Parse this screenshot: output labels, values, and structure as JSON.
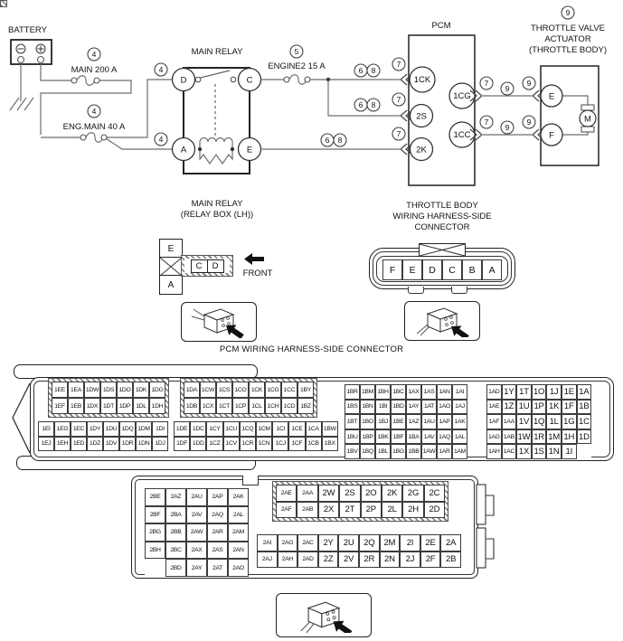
{
  "schematic": {
    "battery": {
      "label": "BATTERY"
    },
    "fuses": [
      {
        "callout": "4",
        "label": "MAIN 200 A"
      },
      {
        "callout": "4",
        "label": "ENG.MAIN 40 A"
      },
      {
        "callout": "5",
        "label": "ENGINE2 15 A"
      }
    ],
    "relay": {
      "title": "MAIN RELAY",
      "t_d": "D",
      "t_c": "C",
      "t_a": "A",
      "t_e": "E"
    },
    "pcm": {
      "title": "PCM",
      "t_1ck": "1CK",
      "t_2s": "2S",
      "t_2k": "2K",
      "t_1cg": "1CG",
      "t_1cc": "1CC"
    },
    "actuator": {
      "title1": "THROTTLE VALVE",
      "title2": "ACTUATOR",
      "title3": "(THROTTLE BODY)",
      "t_e": "E",
      "t_f": "F",
      "t_m": "M"
    },
    "callouts": {
      "c4": "4",
      "c5": "5",
      "c6": "6",
      "c7": "7",
      "c8": "8",
      "c9": "9"
    }
  },
  "relay_connector": {
    "title1": "MAIN RELAY",
    "title2": "(RELAY BOX (LH))",
    "cell_e": "E",
    "cell_a": "A",
    "cell_c": "C",
    "cell_d": "D",
    "front": "FRONT"
  },
  "tb_connector": {
    "title1": "THROTTLE BODY",
    "title2": "WIRING HARNESS-SIDE",
    "title3": "CONNECTOR",
    "pins": [
      [
        "F",
        "E",
        "D",
        "C",
        "B",
        "A"
      ]
    ]
  },
  "pcm_connector": {
    "title": "PCM WIRING HARNESS-SIDE CONNECTOR",
    "block_a": [
      [
        "1EE",
        "1EA",
        "1DW",
        "1DS",
        "1DO",
        "1DK",
        "1DG"
      ],
      [
        "1EF",
        "1EB",
        "1DX",
        "1DT",
        "1DP",
        "1DL",
        "1DH"
      ]
    ],
    "block_b": [
      [
        "1DA",
        "1CW",
        "1CS",
        "1CO",
        "1CK",
        "1CG",
        "1CC",
        "1BY"
      ],
      [
        "1DB",
        "1CX",
        "1CT",
        "1CP",
        "1CL",
        "1CH",
        "1CD",
        "1BZ"
      ]
    ],
    "block_c": [
      [
        "1BR",
        "1BM",
        "1BH",
        "1BC",
        "1AX",
        "1AS",
        "1AN",
        "1AI"
      ],
      [
        "1BS",
        "1BN",
        "1BI",
        "1BD",
        "1AY",
        "1AT",
        "1AO",
        "1AJ"
      ],
      [
        "1BT",
        "1BO",
        "1BJ",
        "1BE",
        "1AZ",
        "1AU",
        "1AP",
        "1AK"
      ],
      [
        "1BU",
        "1BP",
        "1BK",
        "1BF",
        "1BA",
        "1AV",
        "1AQ",
        "1AL"
      ],
      [
        "1BV",
        "1BQ",
        "1BL",
        "1BG",
        "1BB",
        "1AW",
        "1AR",
        "1AM"
      ]
    ],
    "block_d": [
      [
        "1AD",
        "1Y",
        "1T",
        "1O",
        "1J",
        "1E",
        "1A"
      ],
      [
        "1AE",
        "1Z",
        "1U",
        "1P",
        "1K",
        "1F",
        "1B"
      ],
      [
        "1AF",
        "1AA",
        "1V",
        "1Q",
        "1L",
        "1G",
        "1C"
      ],
      [
        "1AG",
        "1AB",
        "1W",
        "1R",
        "1M",
        "1H",
        "1D"
      ],
      [
        "1AH",
        "1AC",
        "1X",
        "1S",
        "1N",
        "1I",
        ""
      ]
    ],
    "block_e": [
      [
        "1EI",
        "1EG",
        "1EC",
        "1DY",
        "1DU",
        "1DQ",
        "1DM",
        "1DI"
      ],
      [
        "1EJ",
        "1EH",
        "1ED",
        "1DZ",
        "1DV",
        "1DR",
        "1DN",
        "1DJ"
      ]
    ],
    "block_f": [
      [
        "1DE",
        "1DC",
        "1CY",
        "1CU",
        "1CQ",
        "1CM",
        "1CI",
        "1CE",
        "1CA",
        "1BW"
      ],
      [
        "1DF",
        "1DD",
        "1CZ",
        "1CV",
        "1CR",
        "1CN",
        "1CJ",
        "1CF",
        "1CB",
        "1BX"
      ]
    ]
  },
  "pcm_connector2": {
    "block_left": [
      [
        "2BE",
        "2AZ",
        "2AU",
        "2AP",
        "2AK"
      ],
      [
        "2BF",
        "2BA",
        "2AV",
        "2AQ",
        "2AL"
      ],
      [
        "2BG",
        "2BB",
        "2AW",
        "2AR",
        "2AM"
      ],
      [
        "2BH",
        "2BC",
        "2AX",
        "2AS",
        "2AN"
      ],
      [
        "",
        "2BD",
        "2AY",
        "2AT",
        "2AO"
      ]
    ],
    "block_top": [
      [
        "2AE",
        "2AA",
        "2W",
        "2S",
        "2O",
        "2K",
        "2G",
        "2C"
      ],
      [
        "2AF",
        "2AB",
        "2X",
        "2T",
        "2P",
        "2L",
        "2H",
        "2D"
      ]
    ],
    "block_bottom": [
      [
        "2AI",
        "2AG",
        "2AC",
        "2Y",
        "2U",
        "2Q",
        "2M",
        "2I",
        "2E",
        "2A"
      ],
      [
        "2AJ",
        "2AH",
        "2AD",
        "2Z",
        "2V",
        "2R",
        "2N",
        "2J",
        "2F",
        "2B"
      ]
    ]
  }
}
